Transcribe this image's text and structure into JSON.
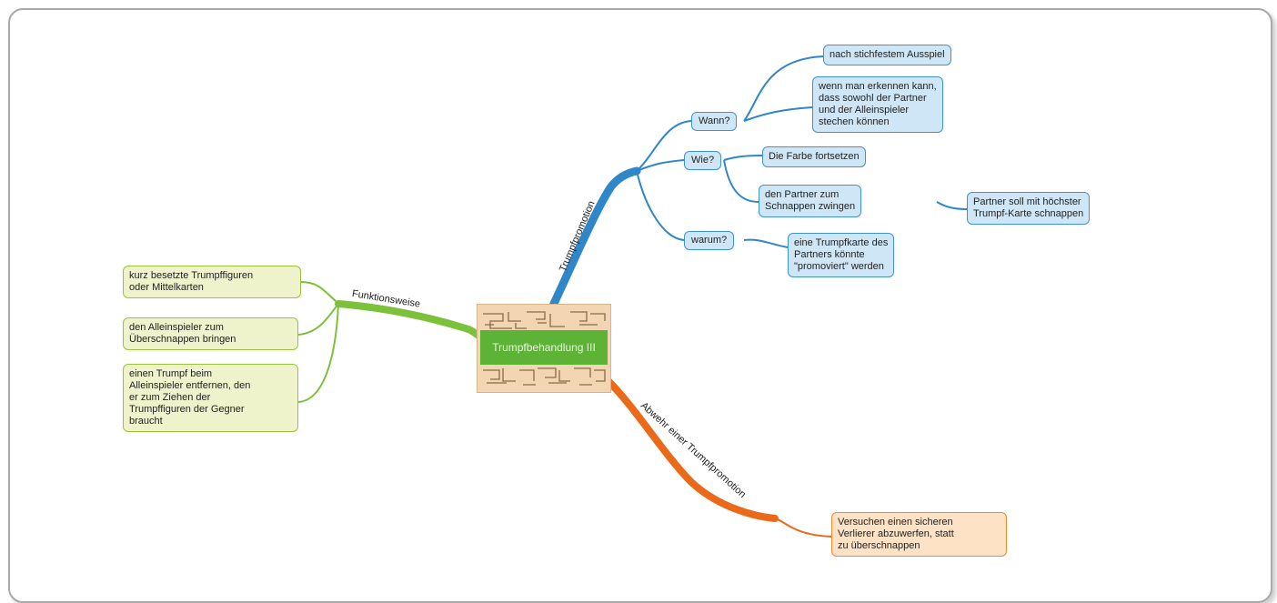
{
  "central": {
    "label": "Trumpfbehandlung III"
  },
  "branches": {
    "promotion": {
      "label": "Trumpfpromotion",
      "color": "#2f86c8",
      "children": [
        {
          "label": "Wann?",
          "children": [
            {
              "lines": [
                "nach stichfestem Ausspiel"
              ]
            },
            {
              "lines": [
                "wenn man erkennen kann,",
                "dass sowohl der Partner",
                "und der Alleinspieler",
                "stechen können"
              ]
            }
          ]
        },
        {
          "label": "Wie?",
          "children": [
            {
              "lines": [
                "Die Farbe fortsetzen"
              ]
            },
            {
              "lines": [
                "den Partner zum",
                "Schnappen zwingen"
              ],
              "children": [
                {
                  "lines": [
                    "Partner soll mit höchster",
                    "Trumpf-Karte schnappen"
                  ]
                }
              ]
            }
          ]
        },
        {
          "label": "warum?",
          "children": [
            {
              "lines": [
                "eine Trumpfkarte des",
                "Partners könnte",
                "\"promoviert\" werden"
              ]
            }
          ]
        }
      ]
    },
    "funktion": {
      "label": "Funktionsweise",
      "color": "#7cc13a",
      "children": [
        {
          "lines": [
            "kurz besetzte Trumpffiguren",
            "oder Mittelkarten"
          ]
        },
        {
          "lines": [
            "den Alleinspieler zum",
            "Überschnappen bringen"
          ]
        },
        {
          "lines": [
            "einen Trumpf beim",
            "Alleinspieler entfernen, den",
            "er zum Ziehen der",
            "Trumpffiguren der Gegner",
            "braucht"
          ]
        }
      ]
    },
    "abwehr": {
      "label": "Abwehr einer Trumpfpromotion",
      "color": "#ea6a1a",
      "children": [
        {
          "lines": [
            "Versuchen einen sicheren",
            "Verlierer abzuwerfen, statt",
            "zu überschnappen"
          ]
        }
      ]
    }
  },
  "colors": {
    "blue_node_fill": "#cfe6f6",
    "blue_node_border": "#3f93d0",
    "green_node_fill": "#eef3cc",
    "green_node_border": "#98c33a",
    "orange_node_fill": "#fde2c5",
    "orange_node_border": "#ef8a2e",
    "central_bar": "#5cb336"
  }
}
